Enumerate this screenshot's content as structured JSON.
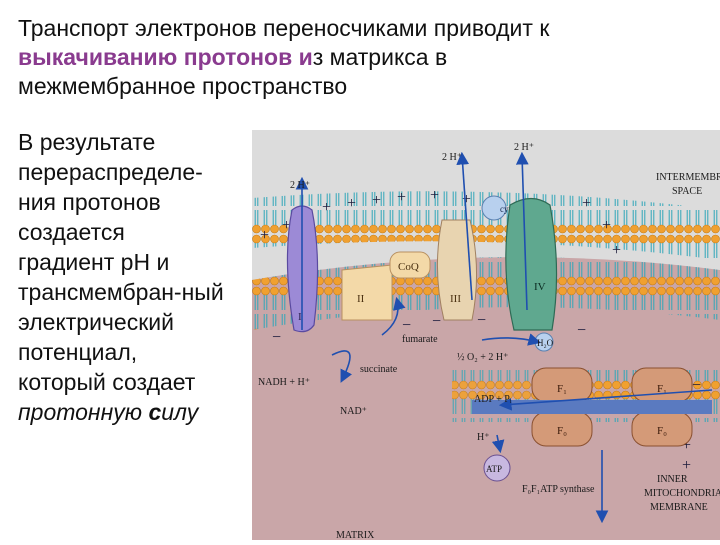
{
  "intro": {
    "line1": "Транспорт электронов переносчиками приводит к",
    "line2_highlight": "выкачиванию протонов и",
    "line2_rest": "з матрикса в",
    "line3": "межмембранное пространство"
  },
  "body_lines": [
    "В результате",
    "перераспределе-",
    "ния протонов",
    "создается",
    "градиент pH и",
    "трансмембран-ный",
    "электрический",
    "потенциал,",
    "который создает"
  ],
  "last_line": {
    "italic": "протонную ",
    "bold_italic": "с",
    "tail": "илу"
  },
  "diagram": {
    "h_top_1": "2 H⁺",
    "h_top_2": "2 H⁺",
    "h_left": "2 H⁺",
    "intermembrane": "INTERMEMBR",
    "intermembrane_2": "SPACE",
    "cytc": "cyt c",
    "coq": "CoQ",
    "c1": "I",
    "c2": "II",
    "c3": "III",
    "c4": "IV",
    "fumarate": "fumarate",
    "succinate": "succinate",
    "nadh": "NADH + H⁺",
    "nad": "NAD⁺",
    "o2": "½ O₂ + 2 H⁺",
    "h2o": "H₂O",
    "adp": "ADP + Pᵢ",
    "h_mid": "H⁺",
    "atp": "ATP",
    "f1a": "F₁",
    "f1b": "F₁",
    "f0a": "F₀",
    "f0b": "F₀",
    "synthase": "F₀F₁ATP synthase",
    "inner": "INNER",
    "mito": "MITOCHONDRIA",
    "membrane": "MEMBRANE",
    "matrix": "MATRIX"
  },
  "colors": {
    "highlight": "#8a3b8f",
    "membrane_head": "#f0a030",
    "membrane_tail": "#2fa5b8",
    "matrix": "#c9a6a8",
    "arrow": "#1f4fb0"
  }
}
